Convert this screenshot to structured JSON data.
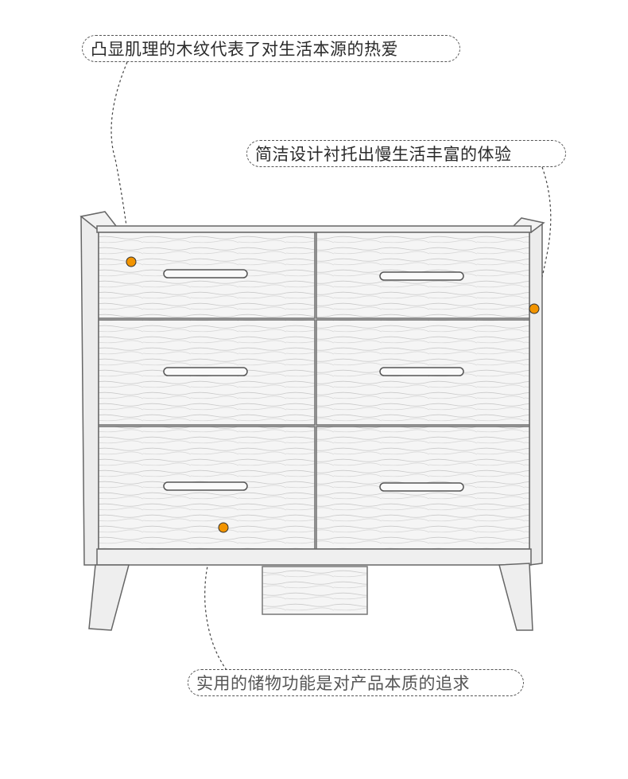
{
  "callouts": {
    "top_left": "凸显肌理的木纹代表了对生活本源的热爱",
    "top_right": "简洁设计衬托出慢生活丰富的体验",
    "bottom": "实用的储物功能是对产品本质的追求"
  },
  "colors": {
    "marker": "#f29400",
    "outline": "#666666",
    "wood": "#f4f4f4"
  },
  "icons": {
    "drawer_handle": "recessed-slot-handle"
  }
}
